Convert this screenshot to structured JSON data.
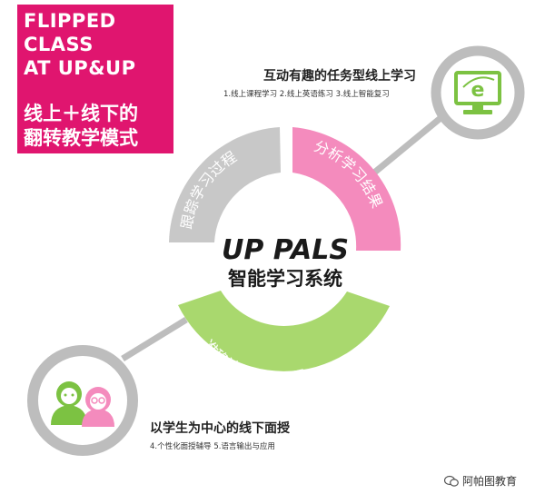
{
  "title": {
    "en_lines": [
      "FLIPPED",
      "CLASS",
      "AT UP&UP"
    ],
    "zh_lines": [
      "线上＋线下的",
      "翻转教学模式"
    ],
    "bg_color": "#e0156f"
  },
  "center": {
    "title": "UP PALS",
    "subtitle": "智能学习系统"
  },
  "segments": [
    {
      "label": "跟踪学习过程",
      "color": "#c8c8c8"
    },
    {
      "label": "分析学习结果",
      "color": "#f48bbd"
    },
    {
      "label": "准确诊断学习问题",
      "color": "#a9d86e"
    }
  ],
  "top_feature": {
    "heading": "互动有趣的任务型线上学习",
    "items": "1.线上课程学习  2.线上英语练习  3.线上智能复习",
    "icon": "computer-e-icon"
  },
  "bottom_feature": {
    "heading": "以学生为中心的线下面授",
    "items": "4.个性化面授辅导  5.语言输出与应用",
    "icon": "students-icon"
  },
  "watermark": {
    "text": "阿帕图教育",
    "icon": "wechat-icon"
  },
  "colors": {
    "magenta": "#e0156f",
    "pink": "#f48bbd",
    "green": "#9bd35a",
    "gray": "#c8c8c8",
    "ring_gray": "#bdbdbd"
  }
}
